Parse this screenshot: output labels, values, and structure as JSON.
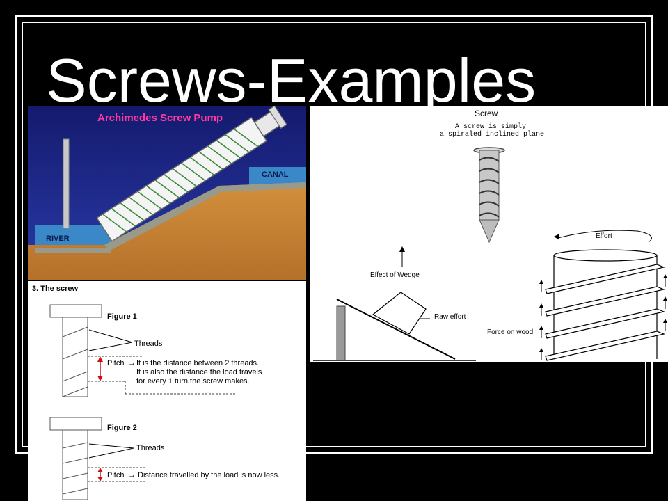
{
  "slide": {
    "title": "Screws-Examples"
  },
  "pump": {
    "title": "Archimedes Screw Pump",
    "canal_label": "CANAL",
    "river_label": "RIVER",
    "title_color": "#ff3aa0"
  },
  "screw_diagram": {
    "heading": "Screw",
    "caption_line1": "A screw is simply",
    "caption_line2": "a spiraled inclined plane",
    "wedge_label": "Effect of Wedge",
    "raw_effort_label": "Raw effort",
    "effort_label": "Effort",
    "force_label": "Force on wood"
  },
  "thread_diagram": {
    "heading": "3. The screw",
    "figure1": {
      "title": "Figure 1",
      "threads_label": "Threads",
      "pitch_label": "Pitch",
      "pitch_line1": "It is the distance between 2 threads.",
      "pitch_line2": "It is also the distance the load travels",
      "pitch_line3": "for every 1 turn the screw makes."
    },
    "figure2": {
      "title": "Figure 2",
      "threads_label": "Threads",
      "pitch_label": "Pitch",
      "pitch_text": "Distance travelled by the load is now less."
    },
    "arrow_color": "#d01010"
  }
}
